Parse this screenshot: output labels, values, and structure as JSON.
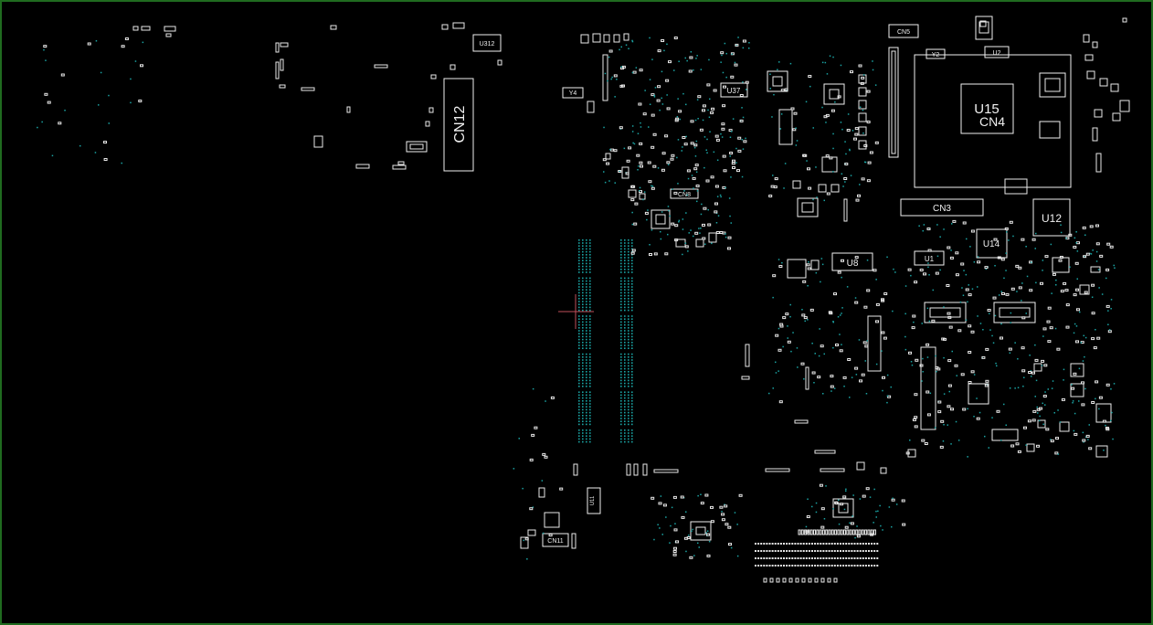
{
  "colors": {
    "background": "#000000",
    "border": "#1f6b1f",
    "silkscreen": "#f0f0f0",
    "via": "#1aa3a3",
    "cursor": "#c0505a"
  },
  "labels": {
    "cn12": "CN12",
    "u15": "U15",
    "cn4": "CN4",
    "u12": "U12",
    "cn3": "CN3",
    "u14": "U14",
    "u8": "U8",
    "u1": "U1",
    "cn5": "CN5",
    "u37": "U37",
    "cn8": "CN8",
    "y2": "Y2",
    "u2": "U2",
    "y4": "Y4",
    "u312": "U312",
    "u11": "U11",
    "cn11": "CN11"
  }
}
